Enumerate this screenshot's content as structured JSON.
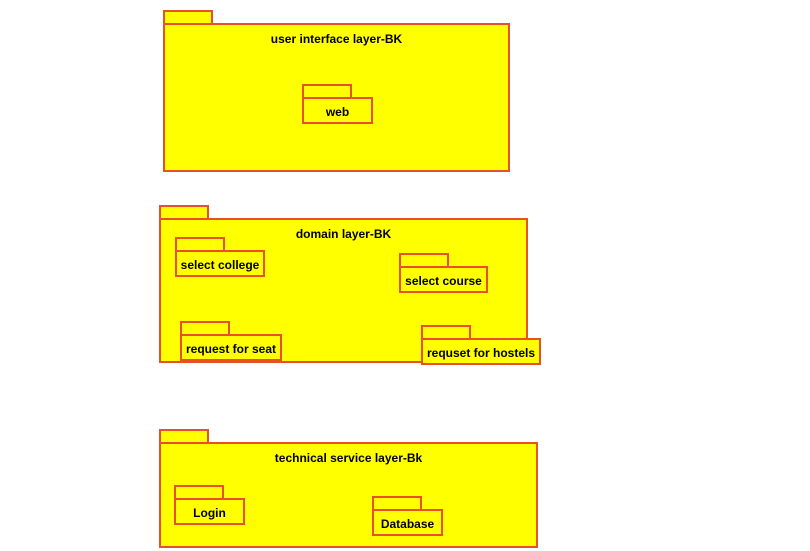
{
  "colors": {
    "fill": "#ffff00",
    "border": "#e8502a",
    "text": "#000000"
  },
  "layers": [
    {
      "name": "user interface layer-BK",
      "packages": [
        "web"
      ]
    },
    {
      "name": "domain layer-BK",
      "packages": [
        "select college",
        "select course",
        "request for seat",
        "requset for hostels"
      ]
    },
    {
      "name": "technical service layer-Bk",
      "packages": [
        "Login",
        "Database"
      ]
    }
  ]
}
